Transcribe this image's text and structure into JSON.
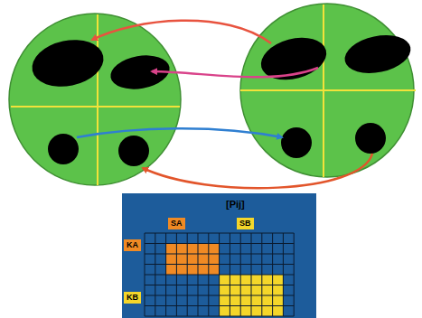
{
  "diagram": {
    "nodes": [
      {
        "text": [
          "[Pij]"
        ]
      },
      {
        "text": [
          "SA"
        ],
        "in": 0
      },
      {
        "text": [
          "SB"
        ],
        "in": 0
      },
      {
        "text": [
          "KA"
        ],
        "in": 0
      },
      {
        "text": [
          "KB"
        ],
        "in": 0
      }
    ]
  }
}
